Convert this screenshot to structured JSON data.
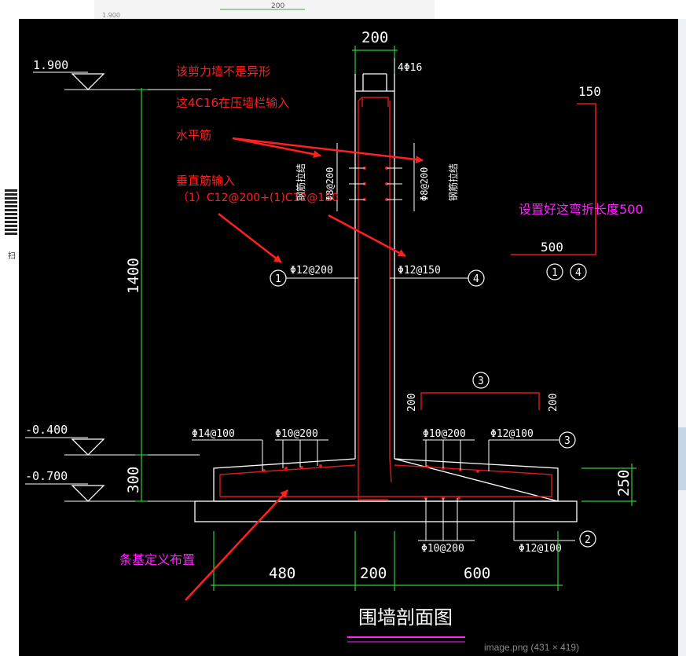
{
  "annotations": {
    "wall_not_irregular": "该剪力墙不是异形",
    "c16_input": "这4C16在压墙栏输入",
    "horizontal_bar": "水平筋",
    "vertical_bar_input": "垂直筋输入",
    "vertical_bar_formula": "（1）C12@200+(1)C12@150",
    "bend_length": "设置好这弯折长度500",
    "strip_foundation": "条基定义布置"
  },
  "drawing": {
    "title": "围墙剖面图",
    "elev_top": "1.900",
    "elev_mid": "-0.400",
    "elev_bot": "-0.700",
    "dim_wall_top": "200",
    "dim_left_height": "1400",
    "dim_left_base": "300",
    "dim_right_base": "250",
    "dim_bottom": [
      "480",
      "200",
      "600"
    ],
    "dim_bar_top": "150",
    "dim_bar_bottom": "500",
    "dim_hook_left": "200",
    "dim_hook_right": "200",
    "bar_top": "4Φ16",
    "bar_v_left": "Φ12@200",
    "bar_v_right": "Φ12@150",
    "bar_h_left": "Φ8@200",
    "bar_h_right": "Φ8@200",
    "bar_h_left_tag": "钢筋拉结",
    "bar_h_right_tag": "钢筋拉结",
    "bar_f1": "Φ14@100",
    "bar_f2": "Φ10@200",
    "bar_f3": "Φ10@200",
    "bar_f4": "Φ12@100",
    "bar_f5": "Φ10@200",
    "bar_f6": "Φ12@100",
    "mark_1": "1",
    "mark_2": "2",
    "mark_3": "3",
    "mark_4": "4",
    "mark_1b": "1",
    "mark_4b": "4"
  },
  "background": {
    "top_dim": "200",
    "top_elev": "1.900",
    "side_text": "扫"
  },
  "caption": "image.png (431 × 419)"
}
